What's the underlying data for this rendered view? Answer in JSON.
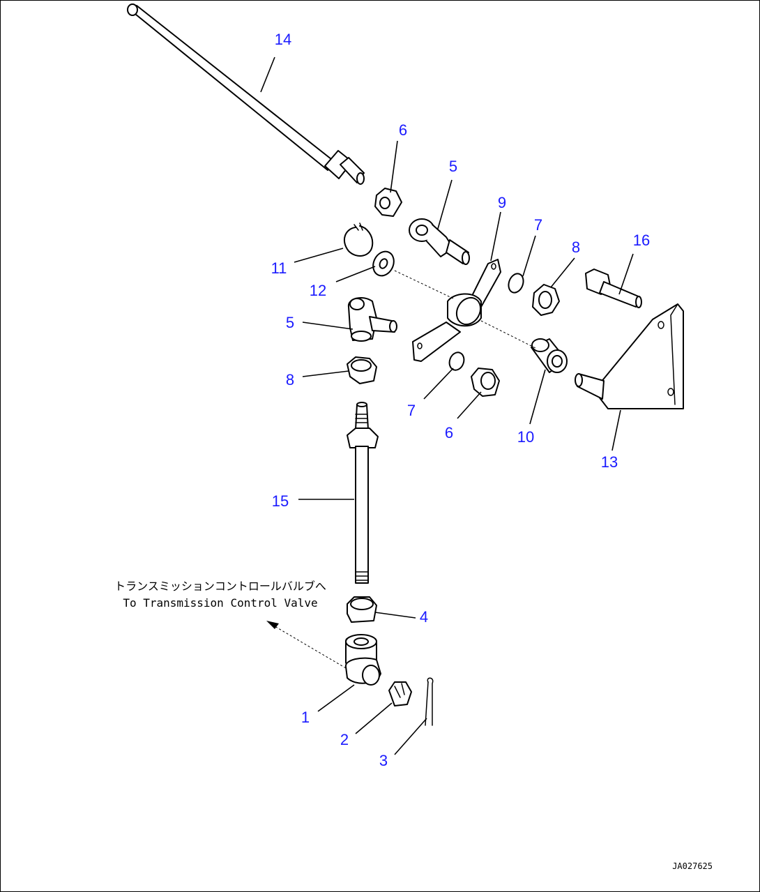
{
  "note": {
    "japanese": "トランスミッションコントロールバルブへ",
    "english": "To Transmission Control Valve"
  },
  "drawing_id": "JA027625",
  "callouts": {
    "c1": "1",
    "c2": "2",
    "c3": "3",
    "c4": "4",
    "c5a": "5",
    "c5b": "5",
    "c6a": "6",
    "c6b": "6",
    "c7a": "7",
    "c7b": "7",
    "c8a": "8",
    "c8b": "8",
    "c9": "9",
    "c10": "10",
    "c11": "11",
    "c12": "12",
    "c13": "13",
    "c14": "14",
    "c15": "15",
    "c16": "16"
  },
  "colors": {
    "callout": "#1a1aff",
    "line": "#000000",
    "background": "#ffffff"
  }
}
